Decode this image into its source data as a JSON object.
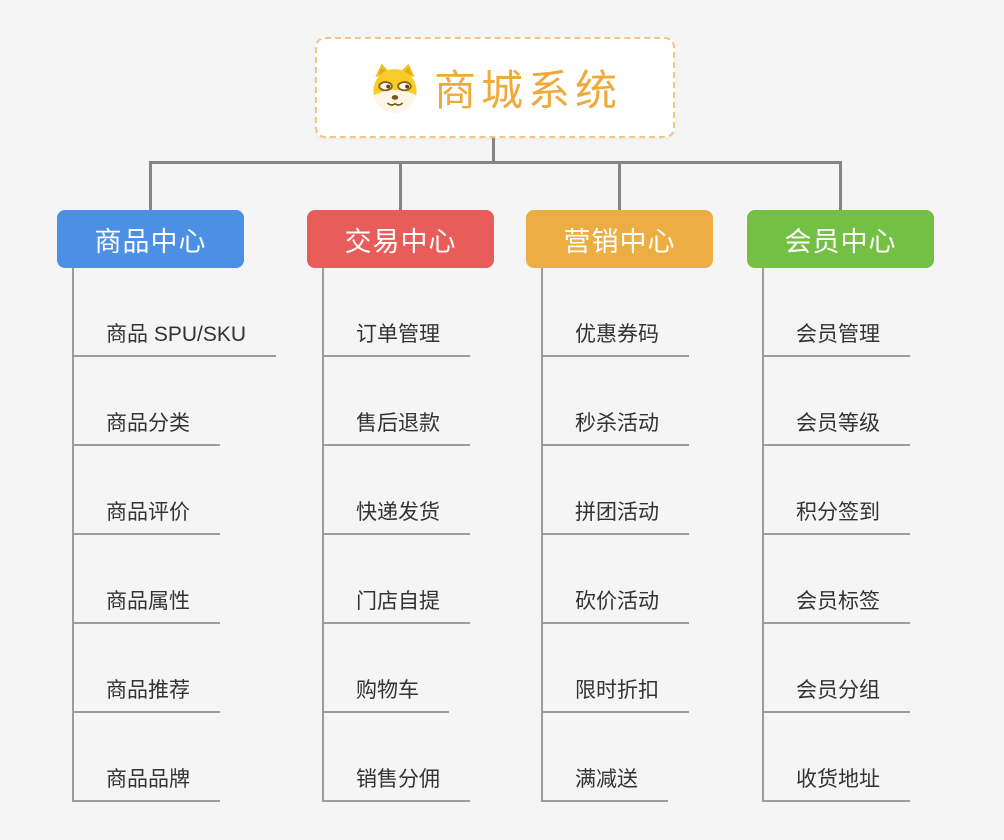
{
  "page": {
    "background": "#f5f5f5",
    "connector_color": "#858585",
    "child_line_color": "#9c9c9c"
  },
  "root": {
    "title": "商城系统",
    "icon": "shiba-dog-icon",
    "title_color": "#f0a93c",
    "border_color": "#f3c581"
  },
  "branches": [
    {
      "key": "product-center",
      "label": "商品中心",
      "color": "#4b90e5",
      "children": [
        "商品 SPU/SKU",
        "商品分类",
        "商品评价",
        "商品属性",
        "商品推荐",
        "商品品牌"
      ]
    },
    {
      "key": "trade-center",
      "label": "交易中心",
      "color": "#e85c5a",
      "children": [
        "订单管理",
        "售后退款",
        "快递发货",
        "门店自提",
        "购物车",
        "销售分佣"
      ]
    },
    {
      "key": "marketing-center",
      "label": "营销中心",
      "color": "#ecae43",
      "children": [
        "优惠券码",
        "秒杀活动",
        "拼团活动",
        "砍价活动",
        "限时折扣",
        "满减送"
      ]
    },
    {
      "key": "member-center",
      "label": "会员中心",
      "color": "#74c044",
      "children": [
        "会员管理",
        "会员等级",
        "积分签到",
        "会员标签",
        "会员分组",
        "收货地址"
      ]
    }
  ]
}
